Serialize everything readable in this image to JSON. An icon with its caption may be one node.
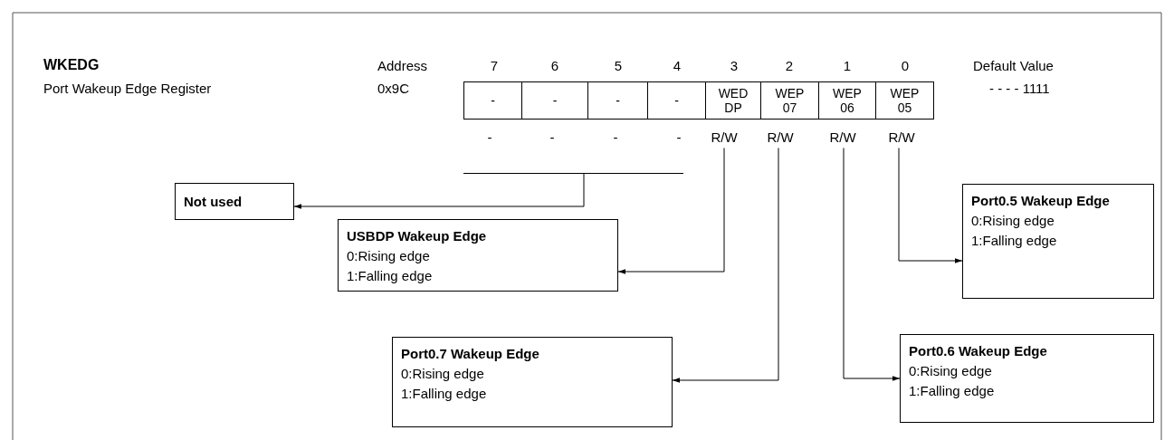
{
  "diagram": {
    "title": "WKEDG",
    "nodes": [
      {
        "text": [
          "-"
        ]
      },
      {
        "text": [
          "-"
        ]
      },
      {
        "text": [
          "-"
        ]
      },
      {
        "text": [
          "-"
        ]
      },
      {
        "text": [
          "WED DP"
        ]
      },
      {
        "text": [
          "WEP 07"
        ]
      },
      {
        "text": [
          "WEP 06"
        ]
      },
      {
        "text": [
          "WEP 05"
        ]
      },
      {
        "text": [
          "R/W"
        ]
      },
      {
        "text": [
          "R/W"
        ]
      },
      {
        "text": [
          "R/W"
        ]
      },
      {
        "text": [
          "R/W"
        ]
      },
      {
        "text": [],
        "shape": "bar"
      },
      {
        "text": [
          "Not used"
        ]
      },
      {
        "text": [
          "USBDP Wakeup Edge",
          "0:Rising edge",
          "1:Falling edge"
        ]
      },
      {
        "text": [
          "Port0.5 Wakeup Edge",
          "0:Rising edge",
          "1:Falling edge"
        ]
      },
      {
        "text": [
          "Port0.7 Wakeup Edge",
          "0:Rising edge",
          "1:Falling edge"
        ]
      },
      {
        "text": [
          "Port0.6 Wakeup Edge",
          "0:Rising edge",
          "1:Falling edge"
        ]
      }
    ],
    "edges": [
      {
        "from": 12,
        "to": 13,
        "arrow": "to"
      },
      {
        "from": 8,
        "to": 14,
        "arrow": "to"
      },
      {
        "from": 9,
        "to": 16,
        "arrow": "to"
      },
      {
        "from": 10,
        "to": 17,
        "arrow": "to"
      },
      {
        "from": 11,
        "to": 15,
        "arrow": "to"
      }
    ],
    "labels": [
      "Address",
      "7",
      "6",
      "5",
      "4",
      "3",
      "2",
      "1",
      "0",
      "Default Value",
      "Port Wakeup Edge Register",
      "0x9C",
      "- - - - 1111",
      "-",
      "-",
      "-",
      "-"
    ]
  }
}
